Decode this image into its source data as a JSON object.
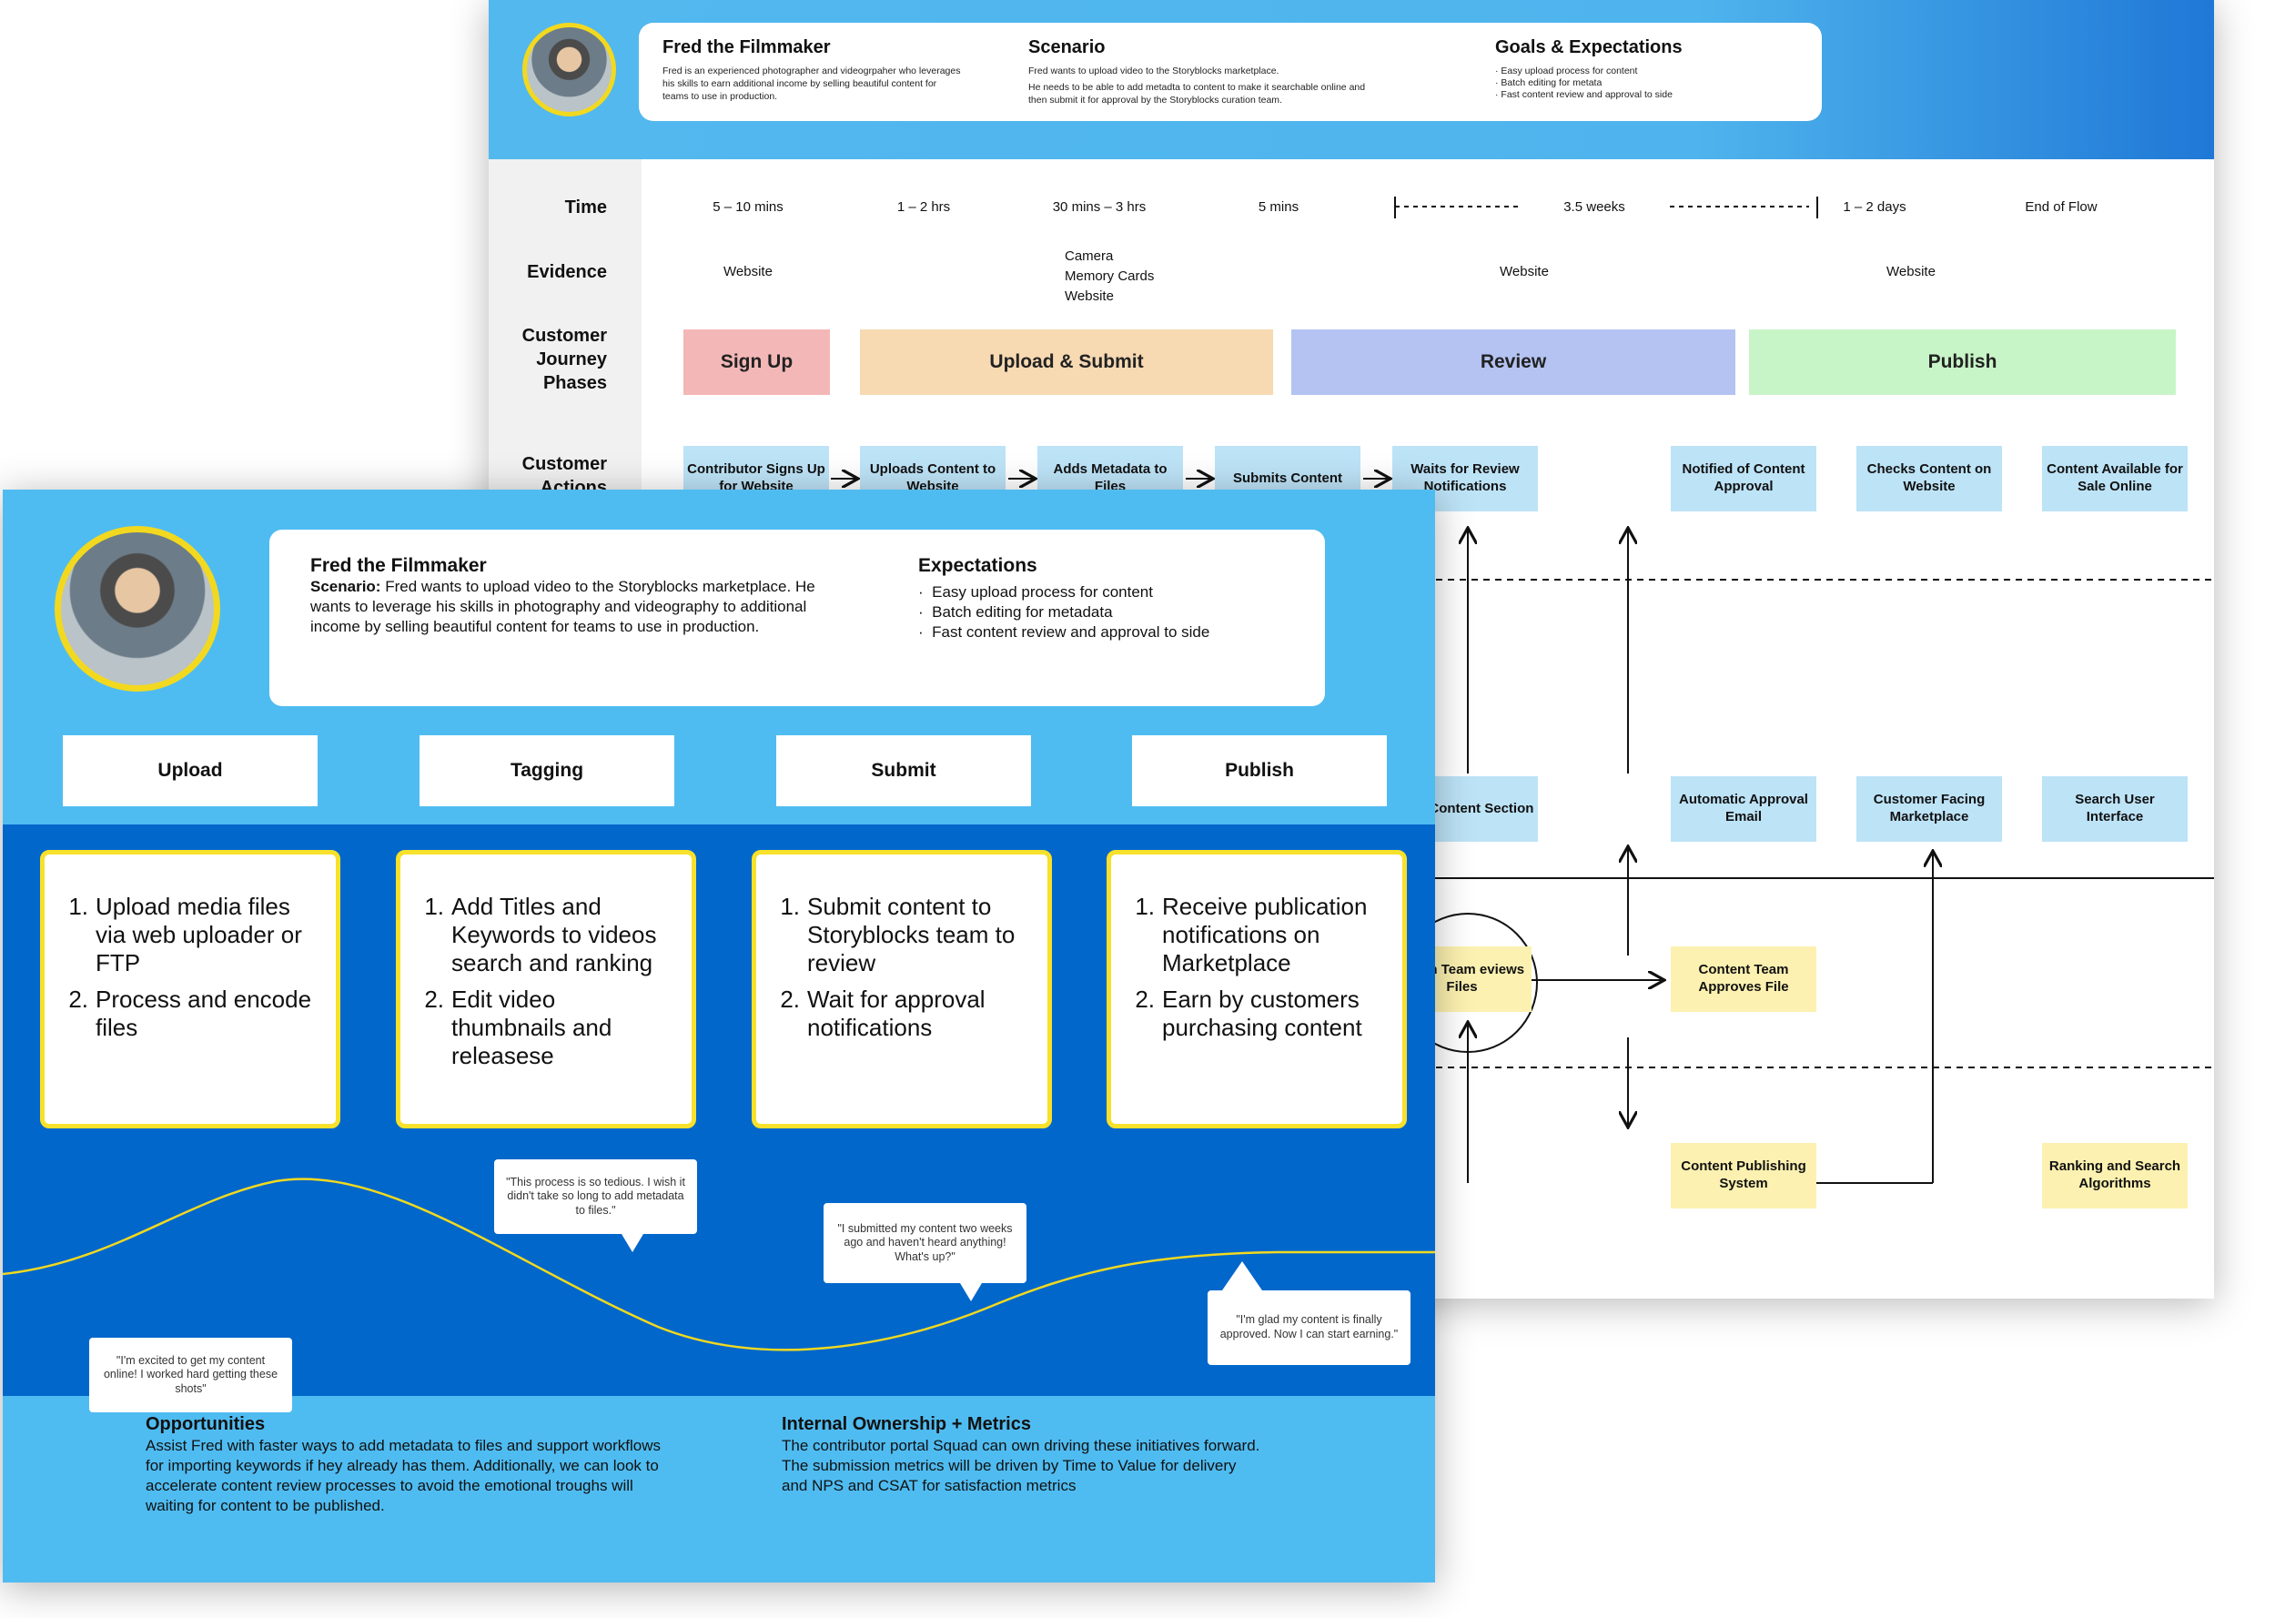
{
  "back": {
    "persona": {
      "name": "Fred the Filmmaker",
      "bio": "Fred is an experienced photographer and videogrpaher who leverages  his skills to earn additional income by selling beautiful content for teams to use in production.",
      "scenario_title": "Scenario",
      "scenario_line1": "Fred wants to upload video to the Storyblocks marketplace.",
      "scenario_line2": "He needs to be able to add metadta to content to make it searchable online and then submit it for approval by the Storyblocks curation team.",
      "goals_title": "Goals & Expectations",
      "goals": [
        "Easy upload process for content",
        "Batch editing for metata",
        "Fast content review and approval to side"
      ]
    },
    "row_labels": {
      "time": "Time",
      "evidence": "Evidence",
      "phases": "Customer Journey Phases",
      "actions": "Customer Actions"
    },
    "times": [
      "5 – 10 mins",
      "1 – 2 hrs",
      "30 mins – 3 hrs",
      "5 mins",
      "3.5 weeks",
      "1 – 2 days",
      "End of Flow"
    ],
    "evidence": {
      "e1": "Website",
      "e2_lines": [
        "Camera",
        "Memory Cards",
        "Website"
      ],
      "e3": "Website",
      "e4": "Website"
    },
    "phases": [
      {
        "label": "Sign Up",
        "color": "#f4b7b7"
      },
      {
        "label": "Upload & Submit",
        "color": "#f7d9b2"
      },
      {
        "label": "Review",
        "color": "#b4c3f2"
      },
      {
        "label": "Publish",
        "color": "#c8f5c8"
      }
    ],
    "actions": [
      "Contributor Signs Up for Website",
      "Uploads Content to Website",
      "Adds Metadata to Files",
      "Submits Content",
      "Waits for Review Notifications",
      "Notified of Content Approval",
      "Checks Content on Website",
      "Content Available for Sale Online"
    ],
    "support_blue": [
      "ding Content Section",
      "Automatic Approval Email",
      "Customer Facing Marketplace",
      "Search User Interface"
    ],
    "backstage": [
      "ration Team eviews Files",
      "Content Team Approves File"
    ],
    "systems": [
      "Content Publishing System",
      "Ranking and Search Algorithms"
    ]
  },
  "front": {
    "persona": {
      "name": "Fred the Filmmaker",
      "scenario_label": "Scenario:",
      "scenario_text": " Fred wants to upload video to the Storyblocks marketplace. He wants to leverage his skills in photography and videography to additional income by selling beautiful content for teams to use in production.",
      "expectations_title": "Expectations",
      "expectations": [
        "Easy upload process for content",
        "Batch editing for metadata",
        "Fast content review and approval to side"
      ]
    },
    "stages": [
      {
        "label": "Upload",
        "steps": [
          "Upload media files via web uploader or FTP",
          "Process and encode files"
        ]
      },
      {
        "label": "Tagging",
        "steps": [
          "Add Titles and Keywords to videos search and ranking",
          "Edit video thumbnails and releasese"
        ]
      },
      {
        "label": "Submit",
        "steps": [
          "Submit content to Storyblocks team to review",
          "Wait for approval notifications"
        ]
      },
      {
        "label": "Publish",
        "steps": [
          "Receive publication notifications on Marketplace",
          "Earn by customers purchasing content"
        ]
      }
    ],
    "quotes": [
      "\"I'm excited to get my content online! I worked hard getting these shots\"",
      "\"This process is so tedious. I wish it didn't take so long to add metadata to files.\"",
      "\"I submitted my content two weeks ago and haven't heard anything! What's up?\"",
      "\"I'm glad my content is finally approved. Now I can start earning.\""
    ],
    "opportunities": {
      "title": "Opportunities",
      "text": "Assist Fred with faster ways to add metadata to files and support workflows for importing keywords if hey already has them. Additionally, we can look to accelerate content review processes to avoid the emotional troughs will waiting for content to be published."
    },
    "ownership": {
      "title": "Internal Ownership + Metrics",
      "text": "The contributor portal Squad can own driving these initiatives forward. The submission metrics will be driven by Time to Value for delivery and NPS and CSAT for satisfaction metrics"
    }
  }
}
